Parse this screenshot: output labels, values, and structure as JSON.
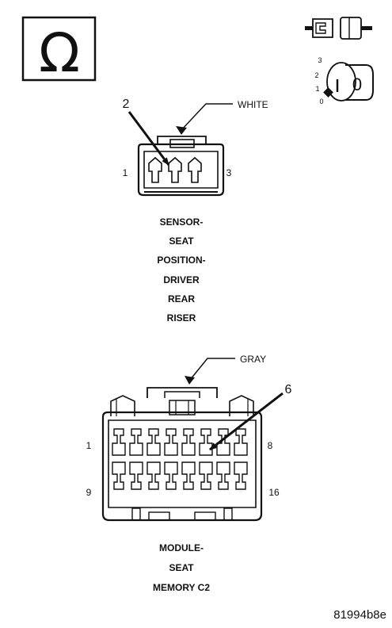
{
  "ohm_symbol": "Ω",
  "key_switch": {
    "positions": [
      "3",
      "2",
      "1",
      "0"
    ],
    "key_label": "0"
  },
  "sensor_connector": {
    "color": "WHITE",
    "callout_pin": "2",
    "pin_first": "1",
    "pin_last": "3",
    "caption": [
      "SENSOR-",
      "SEAT",
      "POSITION-",
      "DRIVER",
      "REAR",
      "RISER"
    ]
  },
  "module_connector": {
    "color": "GRAY",
    "callout_pin": "6",
    "row1_first": "1",
    "row1_last": "8",
    "row2_first": "9",
    "row2_last": "16",
    "caption": [
      "MODULE-",
      "SEAT",
      "MEMORY C2"
    ]
  },
  "figure_id": "81994b8e"
}
